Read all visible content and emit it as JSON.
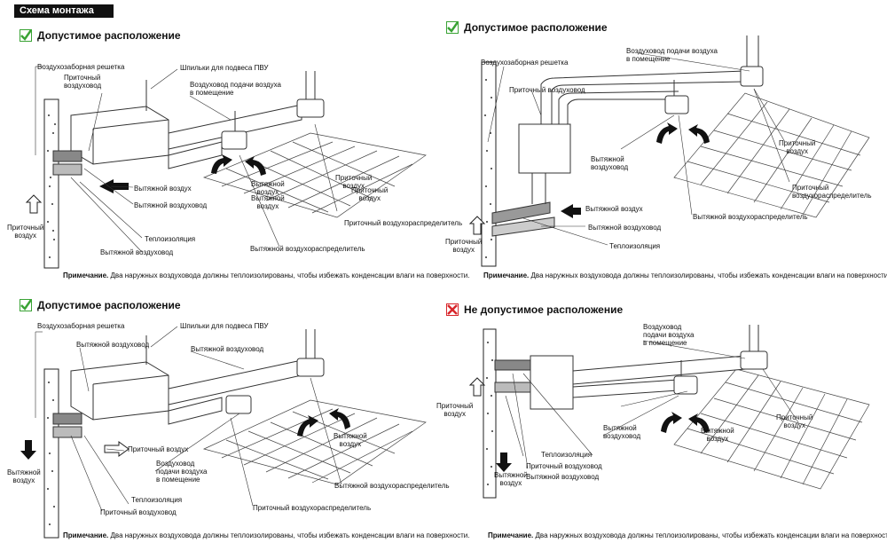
{
  "header": "Схема монтажа",
  "note_bold": "Примечание.",
  "note_text": "Два наружных воздуховода должны теплоизолированы, чтобы избежать конденсации влаги на поверхности.",
  "panels": [
    {
      "title": "Допустимое расположение",
      "status": "ok",
      "labels": {
        "grille": "Воздухозаборная решетка",
        "supply_duct_1": "Приточный",
        "supply_duct_2": "воздуховод",
        "rods": "Шпильки для подвеса ПВУ",
        "room_duct_1": "Воздуховод подачи воздуха",
        "room_duct_2": "в помещение",
        "exhaust_air": "Вытяжной воздух",
        "exhaust_duct": "Вытяжной воздуховод",
        "insulation": "Теплоизоляция",
        "exhaust_duct2": "Вытяжной воздуховод",
        "supply_air_1": "Приточный",
        "supply_air_2": "воздух",
        "ex1": "Вытяжной",
        "ex2": "воздух",
        "ex3": "Вытяжной",
        "ex4": "воздух",
        "sup1": "Приточный",
        "sup2": "воздух",
        "sup3": "Приточный",
        "sup4": "воздух",
        "exhaust_diffuser": "Вытяжной воздухораспределитель",
        "supply_diffuser": "Приточный воздухораспределитель"
      }
    },
    {
      "title": "Допустимое расположение",
      "status": "ok",
      "labels": {
        "grille": "Воздухозаборная решетка",
        "room_duct_1": "Воздуховод подачи воздуха",
        "room_duct_2": "в помещение",
        "supply_duct": "Приточный воздуховод",
        "exhaust_duct_1": "Вытяжной",
        "exhaust_duct_2": "воздуховод",
        "sup1": "Приточный",
        "sup2": "воздух",
        "supply_diffuser_1": "Приточный",
        "supply_diffuser_2": "воздухораспределитель",
        "exhaust_air": "Вытяжной воздух",
        "exhaust_duct2": "Вытяжной воздуховод",
        "supply_air_1": "Приточный",
        "supply_air_2": "воздух",
        "insulation": "Теплоизоляция",
        "exhaust_diffuser": "Вытяжной воздухораспределитель"
      }
    },
    {
      "title": "Допустимое расположение",
      "status": "ok",
      "labels": {
        "grille": "Воздухозаборная решетка",
        "rods": "Шпильки для подвеса ПВУ",
        "exhaust_duct_top": "Вытяжной воздуховод",
        "exhaust_duct_mid": "Вытяжной воздуховод",
        "exhaust_air_1": "Вытяжной",
        "exhaust_air_2": "воздух",
        "supply_air": "Приточный воздух",
        "room_duct_1": "Воздуховод",
        "room_duct_2": "подачи воздуха",
        "room_duct_3": "в помещение",
        "ex1": "Вытяжной",
        "ex2": "воздух",
        "exhaust_diffuser": "Вытяжной воздухораспределитель",
        "insulation": "Теплоизоляция",
        "supply_duct": "Приточный воздуховод",
        "supply_diffuser": "Приточный воздухораспределитель"
      }
    },
    {
      "title": "Не допустимое расположение",
      "status": "bad",
      "labels": {
        "room_duct_1": "Воздуховод",
        "room_duct_2": "подачи воздуха",
        "room_duct_3": "в помещение",
        "supply_air_1": "Приточный",
        "supply_air_2": "воздух",
        "exhaust_duct_1": "Вытяжной",
        "exhaust_duct_2": "воздуховод",
        "sup1": "Приточный",
        "sup2": "воздух",
        "ex1": "Вытяжной",
        "ex2": "воздух",
        "exhaust_air_1": "Вытяжной",
        "exhaust_air_2": "воздух",
        "insulation": "Теплоизоляция",
        "supply_duct": "Приточный воздуховод",
        "exhaust_duct": "Вытяжной воздуховод"
      }
    }
  ],
  "colors": {
    "ok": "#3aa335",
    "bad": "#d8262b"
  }
}
